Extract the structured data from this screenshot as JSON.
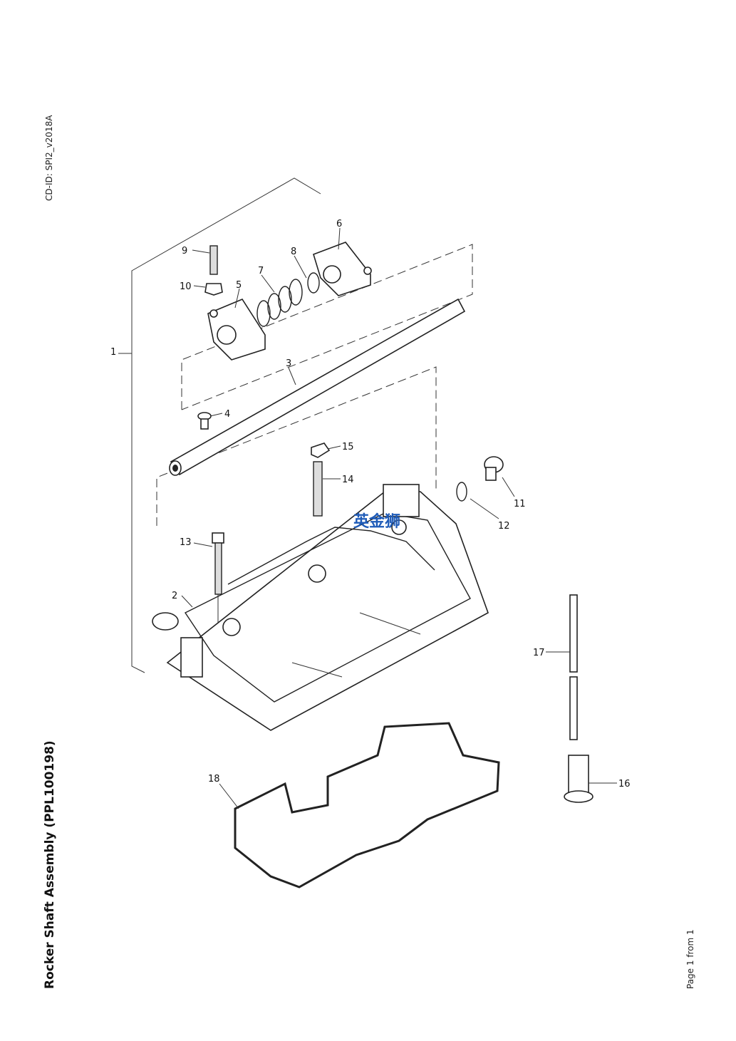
{
  "header": {
    "cd_id": "CD-ID: SPI2_v2018A"
  },
  "title": "Rocker Shaft Assembly (PPL100198)",
  "footer": {
    "page": "Page 1 from 1"
  },
  "watermark": "英金狮",
  "callouts": [
    "1",
    "2",
    "3",
    "4",
    "5",
    "6",
    "7",
    "8",
    "9",
    "10",
    "11",
    "12",
    "13",
    "14",
    "15",
    "16",
    "17",
    "18"
  ]
}
